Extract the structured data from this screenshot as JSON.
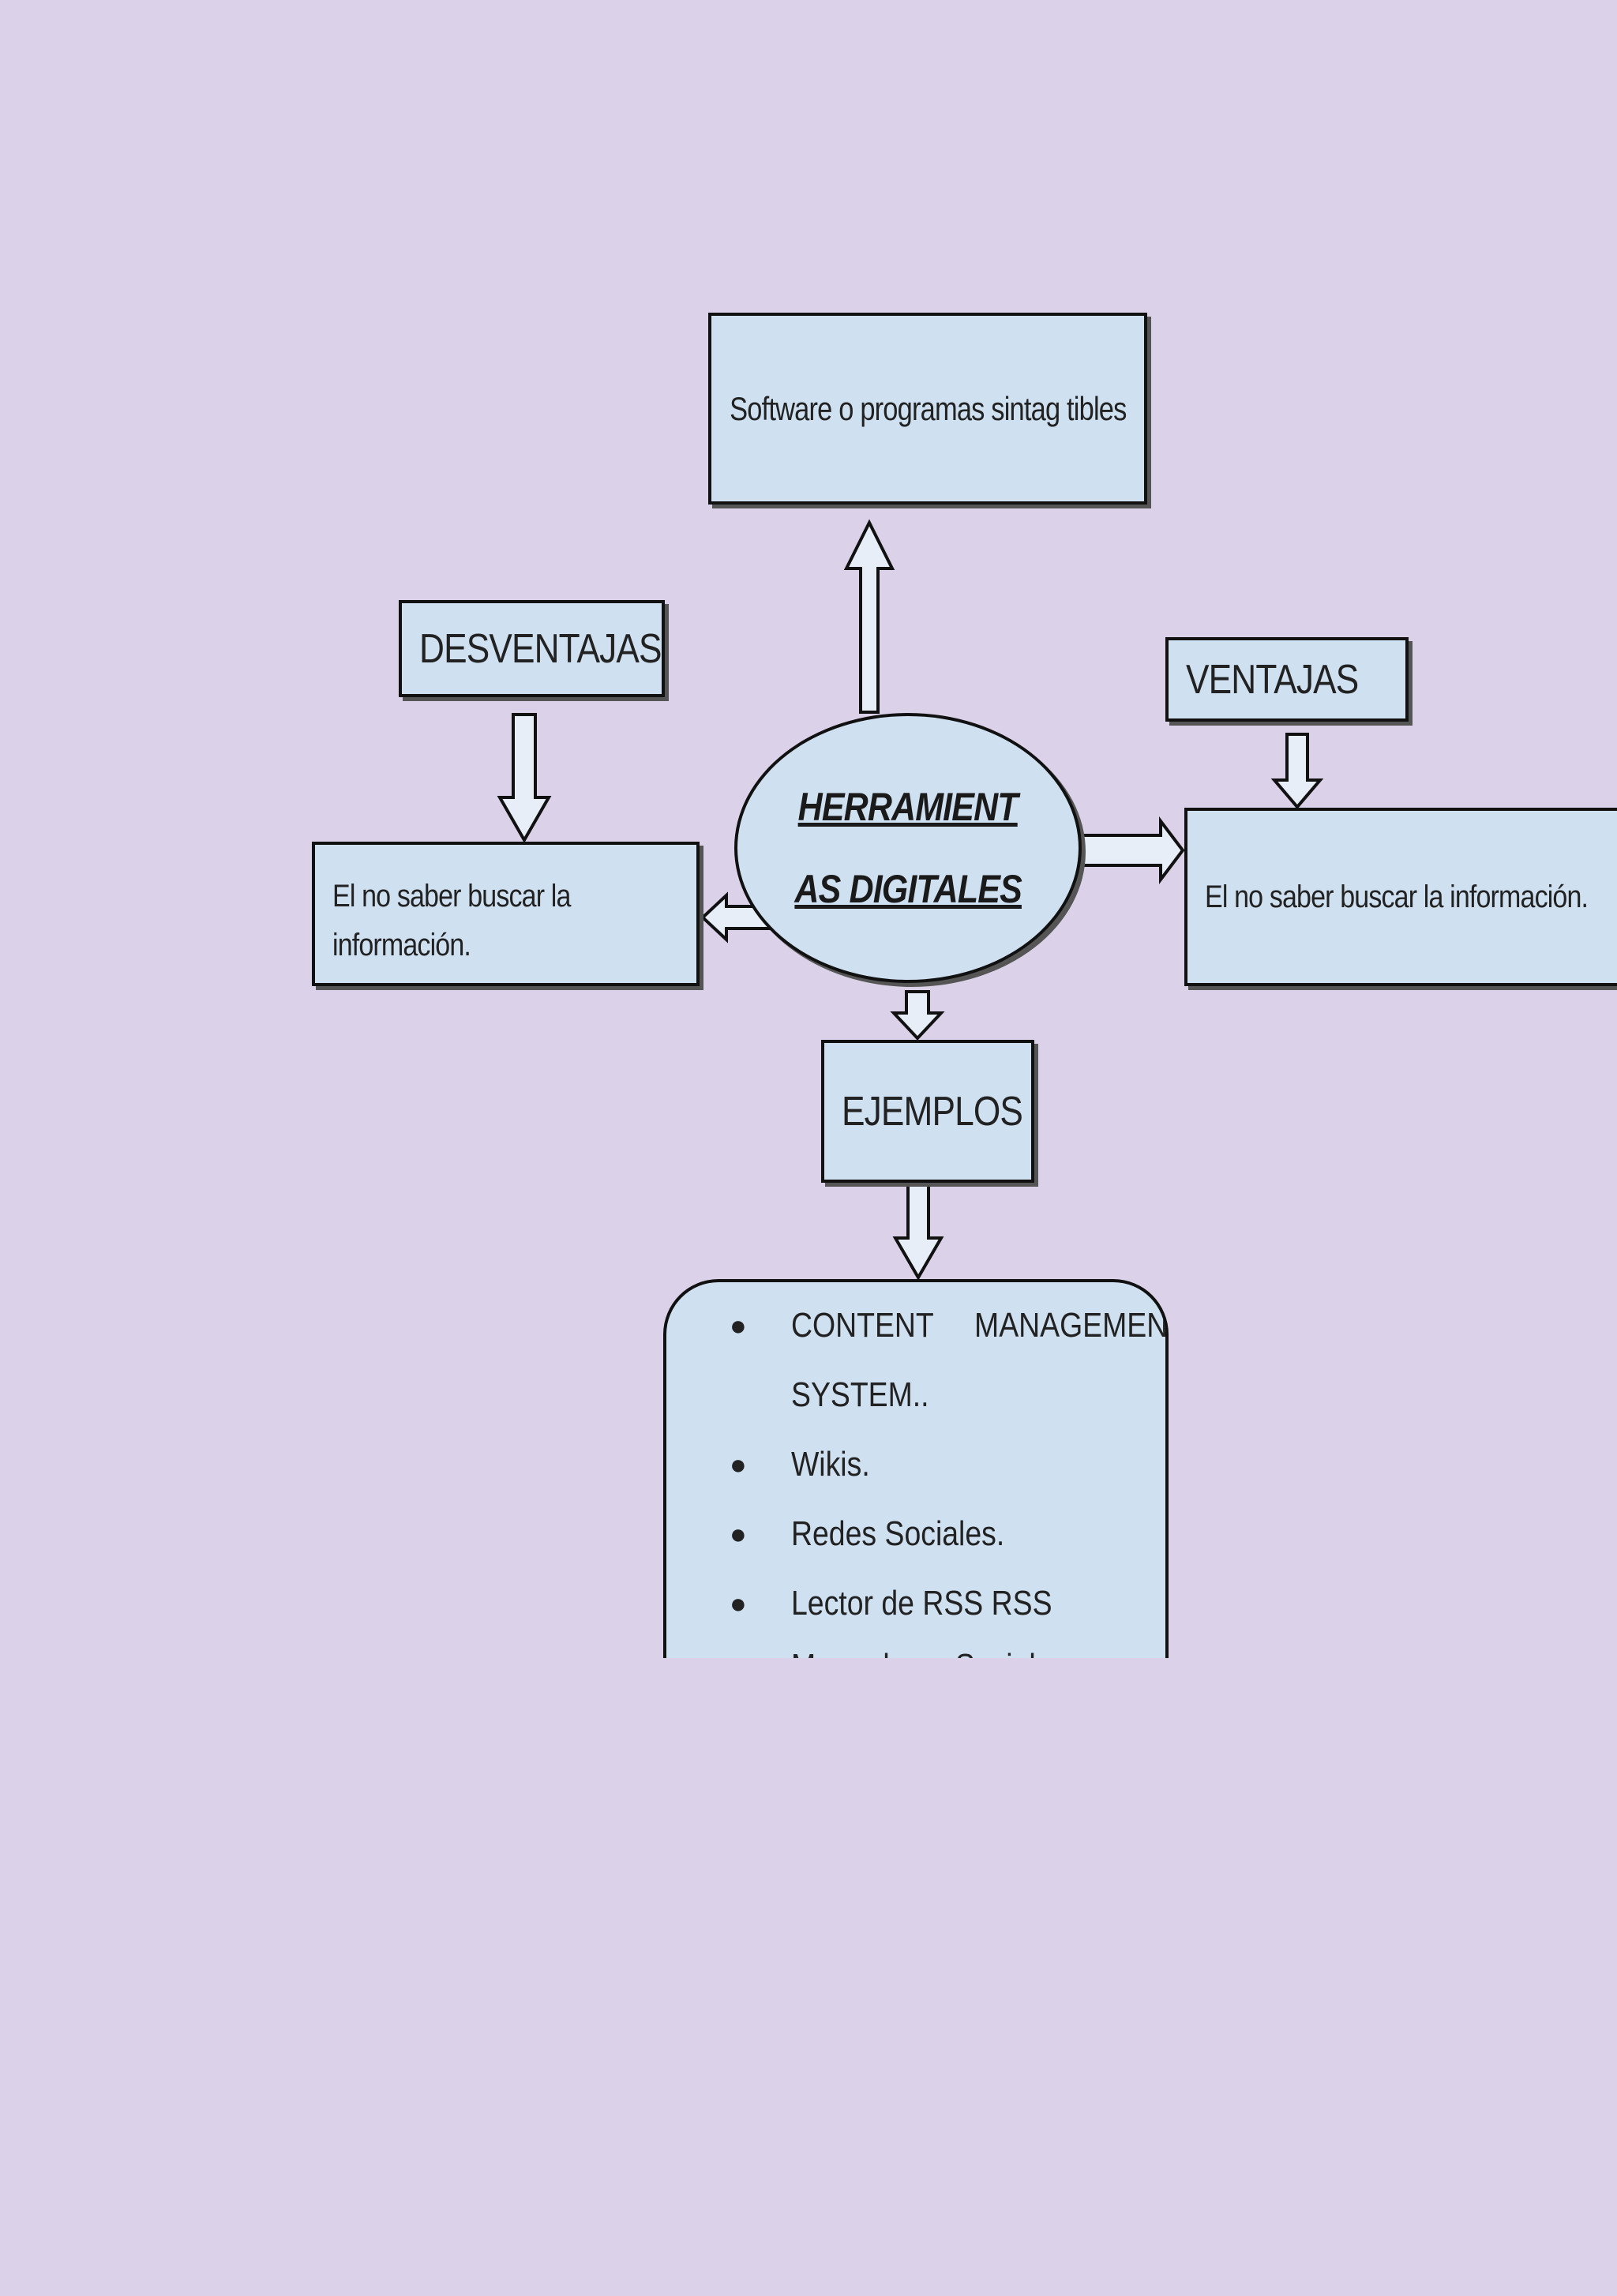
{
  "diagram": {
    "center": {
      "line1": "HERRAMIENT",
      "line2": "AS DIGITALES"
    },
    "top": "Software o programas sintag tibles",
    "left": {
      "title": "DESVENTAJAS",
      "description": "El no saber buscar la información."
    },
    "right": {
      "title": "VENTAJAS",
      "description": "El no saber buscar la información."
    },
    "bottom": {
      "title": "EJEMPLOS",
      "items": [
        "CONTENT     MANAGEMENT",
        "SYSTEM..",
        "Wikis.",
        "Redes Sociales.",
        "Lector de RSS RSS",
        "Marcadores Sociales"
      ]
    }
  },
  "colors": {
    "background": "#dbd2e9",
    "box_fill": "#cfe0f1",
    "border": "#111111"
  }
}
